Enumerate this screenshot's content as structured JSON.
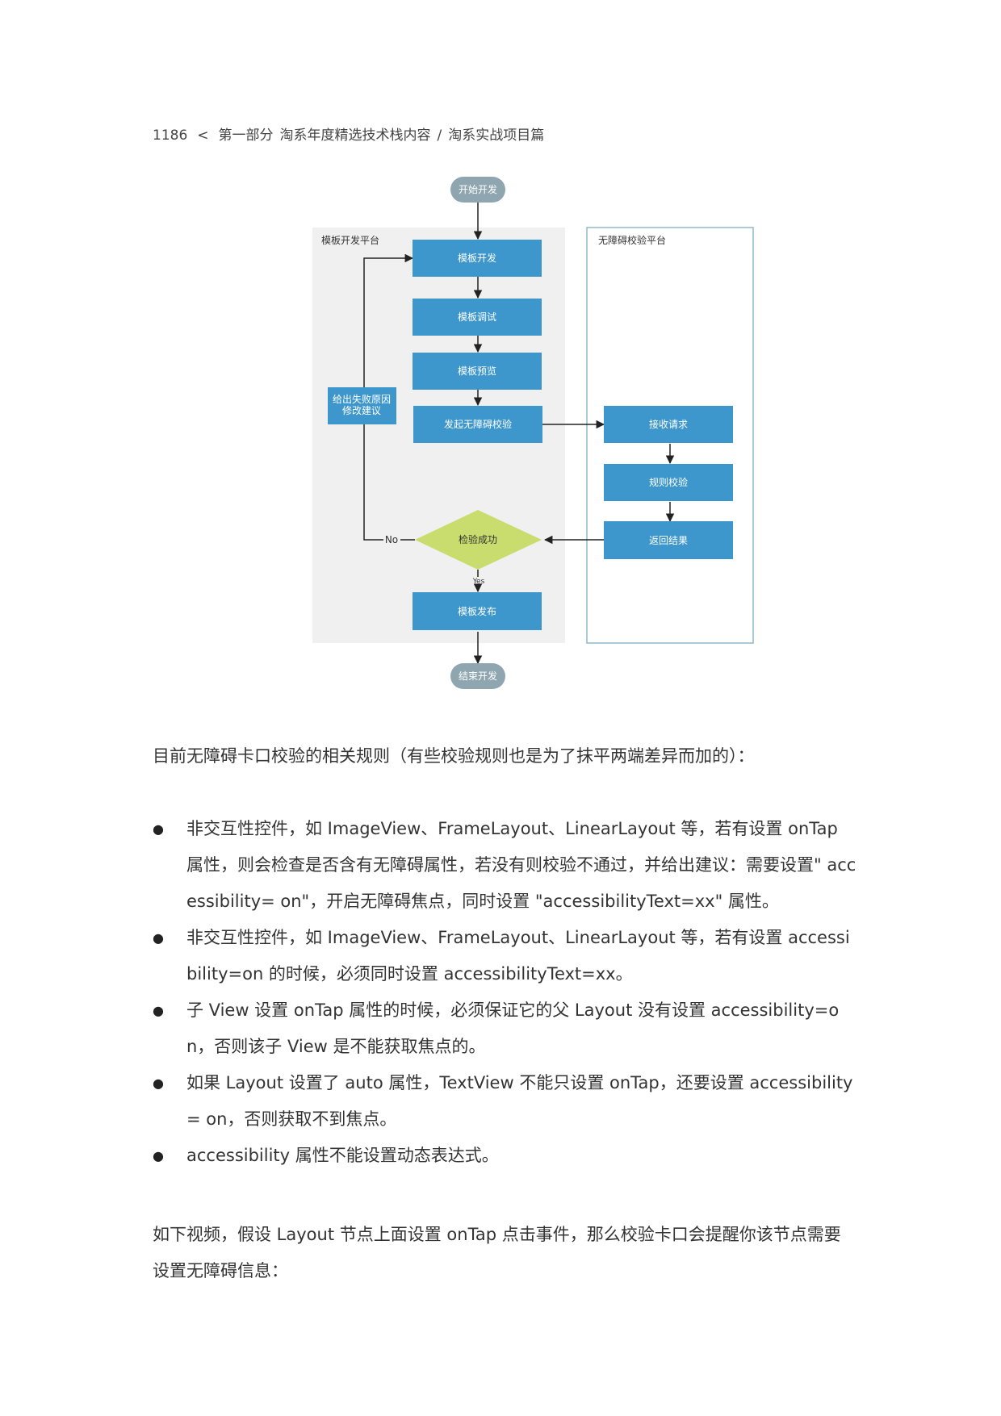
{
  "header": {
    "page_number": "1186",
    "separator": "<",
    "part": "第一部分",
    "section": "淘系年度精选技术栈内容",
    "slash": "/",
    "chapter": "淘系实战项目篇"
  },
  "flowchart": {
    "start": "开始开发",
    "end": "结束开发",
    "left_platform": "模板开发平台",
    "right_platform": "无障碍校验平台",
    "steps": [
      "模板开发",
      "模板调试",
      "模板预览",
      "发起无障碍校验",
      "模板发布"
    ],
    "right_steps": [
      "接收请求",
      "规则校验",
      "返回结果"
    ],
    "feedback_lines": [
      "给出失败原因",
      "修改建议"
    ],
    "decision": "检验成功",
    "no_label": "No",
    "yes_label": "Yes",
    "colors": {
      "step_fill": "#3e97cc",
      "decision_fill": "#c8dd6e",
      "terminal_fill": "#8fa6b1",
      "left_panel": "#f0f0f0",
      "right_border": "#8fb8cc",
      "line": "#222222"
    }
  },
  "intro": "目前无障碍卡口校验的相关规则（有些校验规则也是为了抹平两端差异而加的）：",
  "bullet_symbol": "●",
  "rules": [
    "非交互性控件，如 ImageView、FrameLayout、LinearLayout 等，若有设置 onTap 属性，则会检查是否含有无障碍属性，若没有则校验不通过，并给出建议：需要设置\" accessibility= on\"，开启无障碍焦点，同时设置 \"accessibilityText=xx\" 属性。",
    "非交互性控件，如 ImageView、FrameLayout、LinearLayout 等，若有设置 accessibility=on 的时候，必须同时设置 accessibilityText=xx。",
    "子 View 设置 onTap 属性的时候，必须保证它的父 Layout 没有设置 accessibility=on，否则该子 View 是不能获取焦点的。",
    "如果 Layout 设置了 auto 属性，TextView 不能只设置 onTap，还要设置 accessibility= on，否则获取不到焦点。",
    "accessibility 属性不能设置动态表达式。"
  ],
  "closing": "如下视频，假设 Layout 节点上面设置 onTap 点击事件，那么校验卡口会提醒你该节点需要设置无障碍信息："
}
